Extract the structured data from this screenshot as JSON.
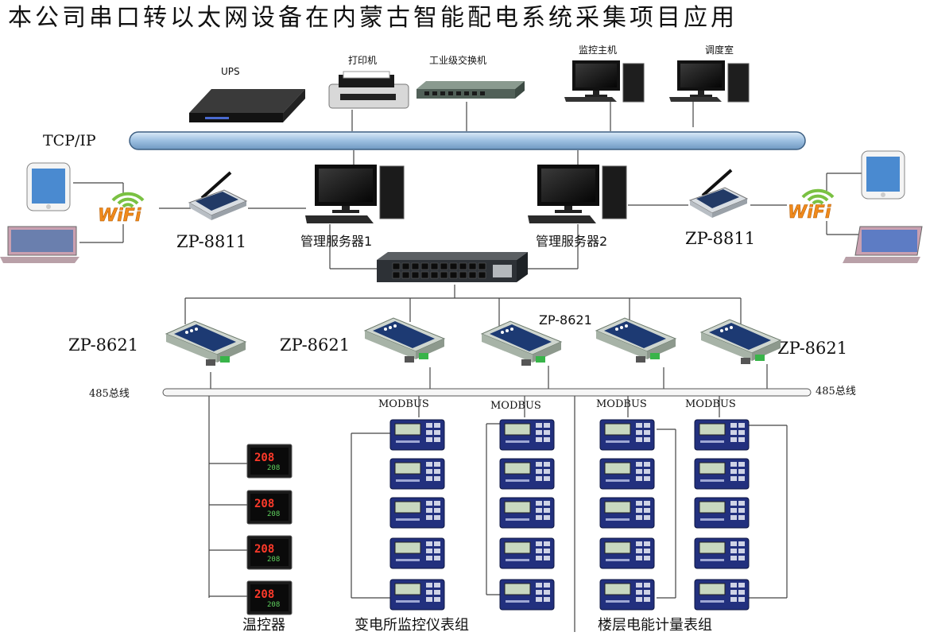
{
  "title": "本公司串口转以太网设备在内蒙古智能配电系统采集项目应用",
  "top_devices": {
    "ups": "UPS",
    "printer": "打印机",
    "switch": "工业级交换机",
    "monitor_host": "监控主机",
    "dispatch_room": "调度室"
  },
  "network_label": "TCP/IP",
  "servers": {
    "server1": "管理服务器1",
    "server2": "管理服务器2"
  },
  "wireless": {
    "left_model": "ZP-8811",
    "right_model": "ZP-8811",
    "wifi_left": "WiFi",
    "wifi_right": "WiFi"
  },
  "converters": {
    "c1": "ZP-8621",
    "c2": "ZP-8621",
    "c3": "ZP-8621",
    "c4": "ZP-8621"
  },
  "bus": {
    "left": "485总线",
    "right": "485总线"
  },
  "modbus": [
    "MODBUS",
    "MODBUS",
    "MODBUS",
    "MODBUS"
  ],
  "meter_display": "208",
  "groups": {
    "temp": "温控器",
    "substation": "变电所监控仪表组",
    "floor": "楼层电能计量表组"
  },
  "colors": {
    "bus_fill": "#aac8e4",
    "meter_blue": "#22307e",
    "converter_blue": "#1d3a73",
    "led_red": "#ff3a2a"
  }
}
